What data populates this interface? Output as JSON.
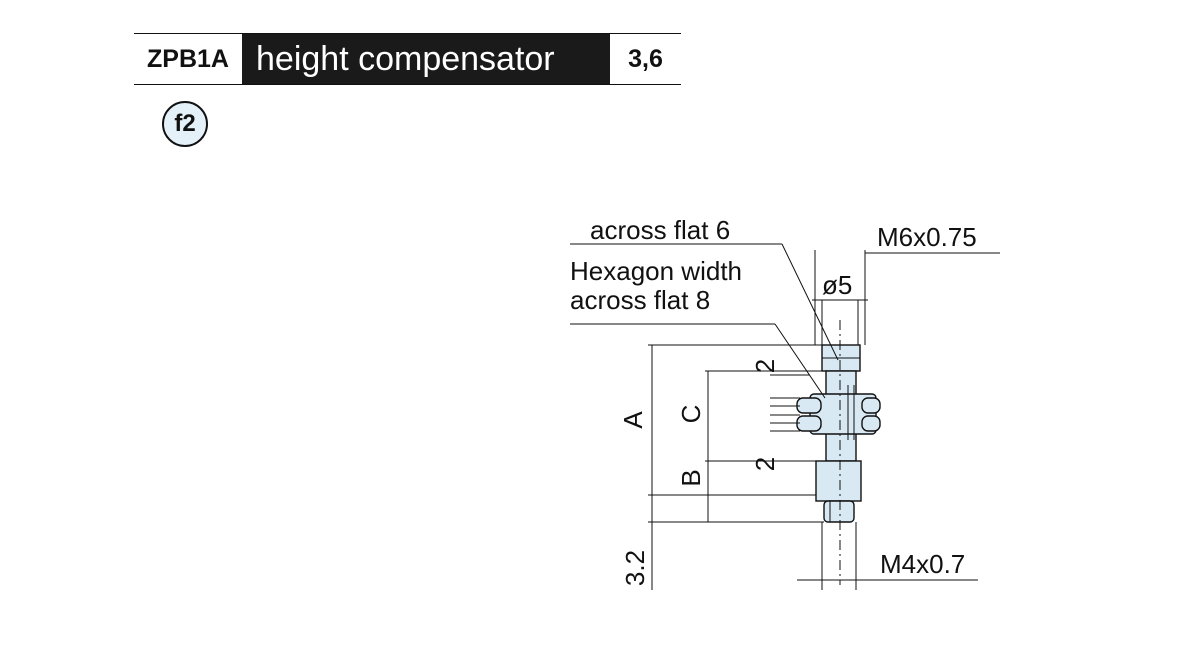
{
  "header": {
    "model_code": "ZPB1A",
    "title": "height compensator",
    "sizes": "3,6"
  },
  "badge": {
    "label": "f2"
  },
  "drawing": {
    "callouts": {
      "across_flat_6": "across flat 6",
      "hexagon_width": "Hexagon width",
      "across_flat_8": "across flat 8",
      "thread_top": "M6x0.75",
      "diameter": "ø5",
      "thread_bottom": "M4x0.7"
    },
    "dimensions": {
      "a": "A",
      "b": "B",
      "c": "C",
      "two_top": "2",
      "two_bottom": "2",
      "three_two": "3.2"
    },
    "colors": {
      "part_fill": "#d8e9f3",
      "line": "#111111"
    }
  }
}
